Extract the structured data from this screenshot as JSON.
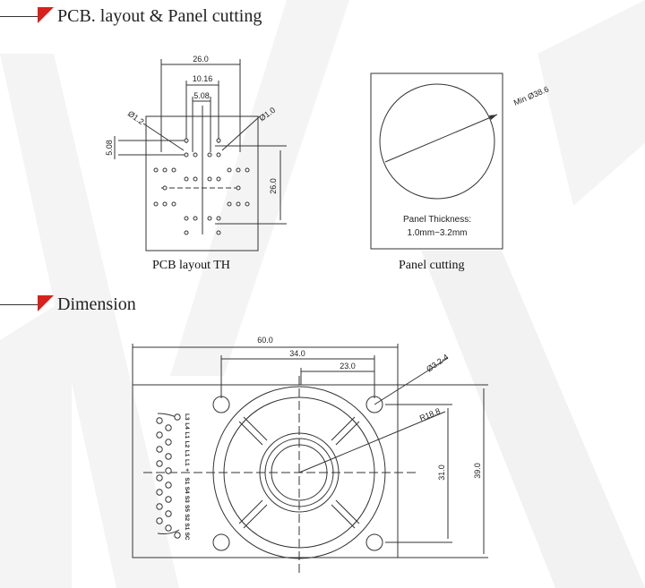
{
  "sections": {
    "pcb": {
      "title": "PCB. layout & Panel cutting"
    },
    "dimension": {
      "title": "Dimension"
    }
  },
  "pcb_layout": {
    "caption": "PCB layout TH",
    "dims": {
      "width": "26.0",
      "spacing_a": "10.16",
      "spacing_b": "5.08",
      "height": "26.0",
      "side": "5.08",
      "hole_a": "Ø1.2",
      "hole_b": "Ø1.0"
    }
  },
  "panel_cutting": {
    "caption": "Panel cutting",
    "diameter": "Min Ø38.6",
    "thickness_label": "Panel Thickness:",
    "thickness_value": "1.0mm~3.2mm"
  },
  "dimension": {
    "width": "60.0",
    "hole_span": "34.0",
    "half_span": "23.0",
    "hole_dia": "Ø3.2-4",
    "radius": "R18.8",
    "inner_height": "31.0",
    "height": "39.0",
    "pin_labels": [
      "L3",
      "L4",
      "L1",
      "L2",
      "L1",
      "L1",
      "+",
      "S1",
      "S4",
      "S3",
      "S5",
      "S2",
      "S1",
      "SC"
    ]
  }
}
